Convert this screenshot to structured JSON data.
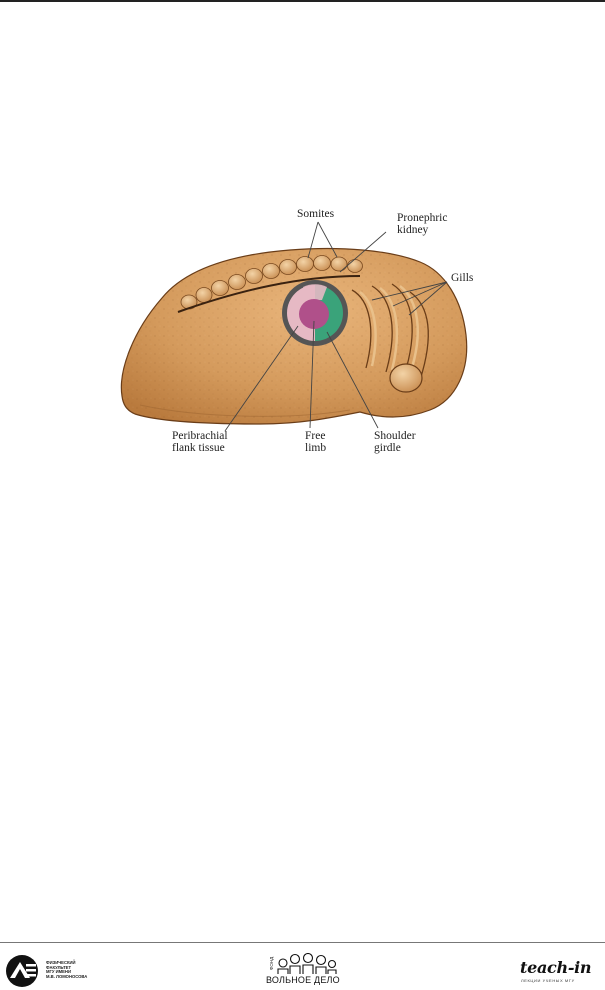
{
  "figure": {
    "labels": {
      "somites": "Somites",
      "pronephric_line1": "Pronephric",
      "pronephric_line2": "kidney",
      "gills": "Gills",
      "peribrachial_line1": "Peribrachial",
      "peribrachial_line2": "flank tissue",
      "free_line1": "Free",
      "free_line2": "limb",
      "shoulder_line1": "Shoulder",
      "shoulder_line2": "girdle"
    },
    "colors": {
      "embryo": "#d49a5c",
      "free_limb": "#b0508a",
      "shoulder_girdle": "#3aa37a",
      "peribrachial": "#e6b9c4",
      "ring": "#555555"
    }
  },
  "footer": {
    "msu": {
      "lines": [
        "ФИЗИЧЕСКИЙ",
        "ФАКУЛЬТЕТ",
        "МГУ ИМЕНИ",
        "М.В. ЛОМОНОСОВА"
      ],
      "icon": "msu-physics-logo-icon"
    },
    "fund": {
      "small": "ФОНД",
      "name": "ВОЛЬНОЕ ДЕЛО",
      "icon": "people-circles-icon"
    },
    "teachin": {
      "brand": "teach-in",
      "subtitle": "ЛЕКЦИИ УЧЕНЫХ МГУ"
    }
  }
}
